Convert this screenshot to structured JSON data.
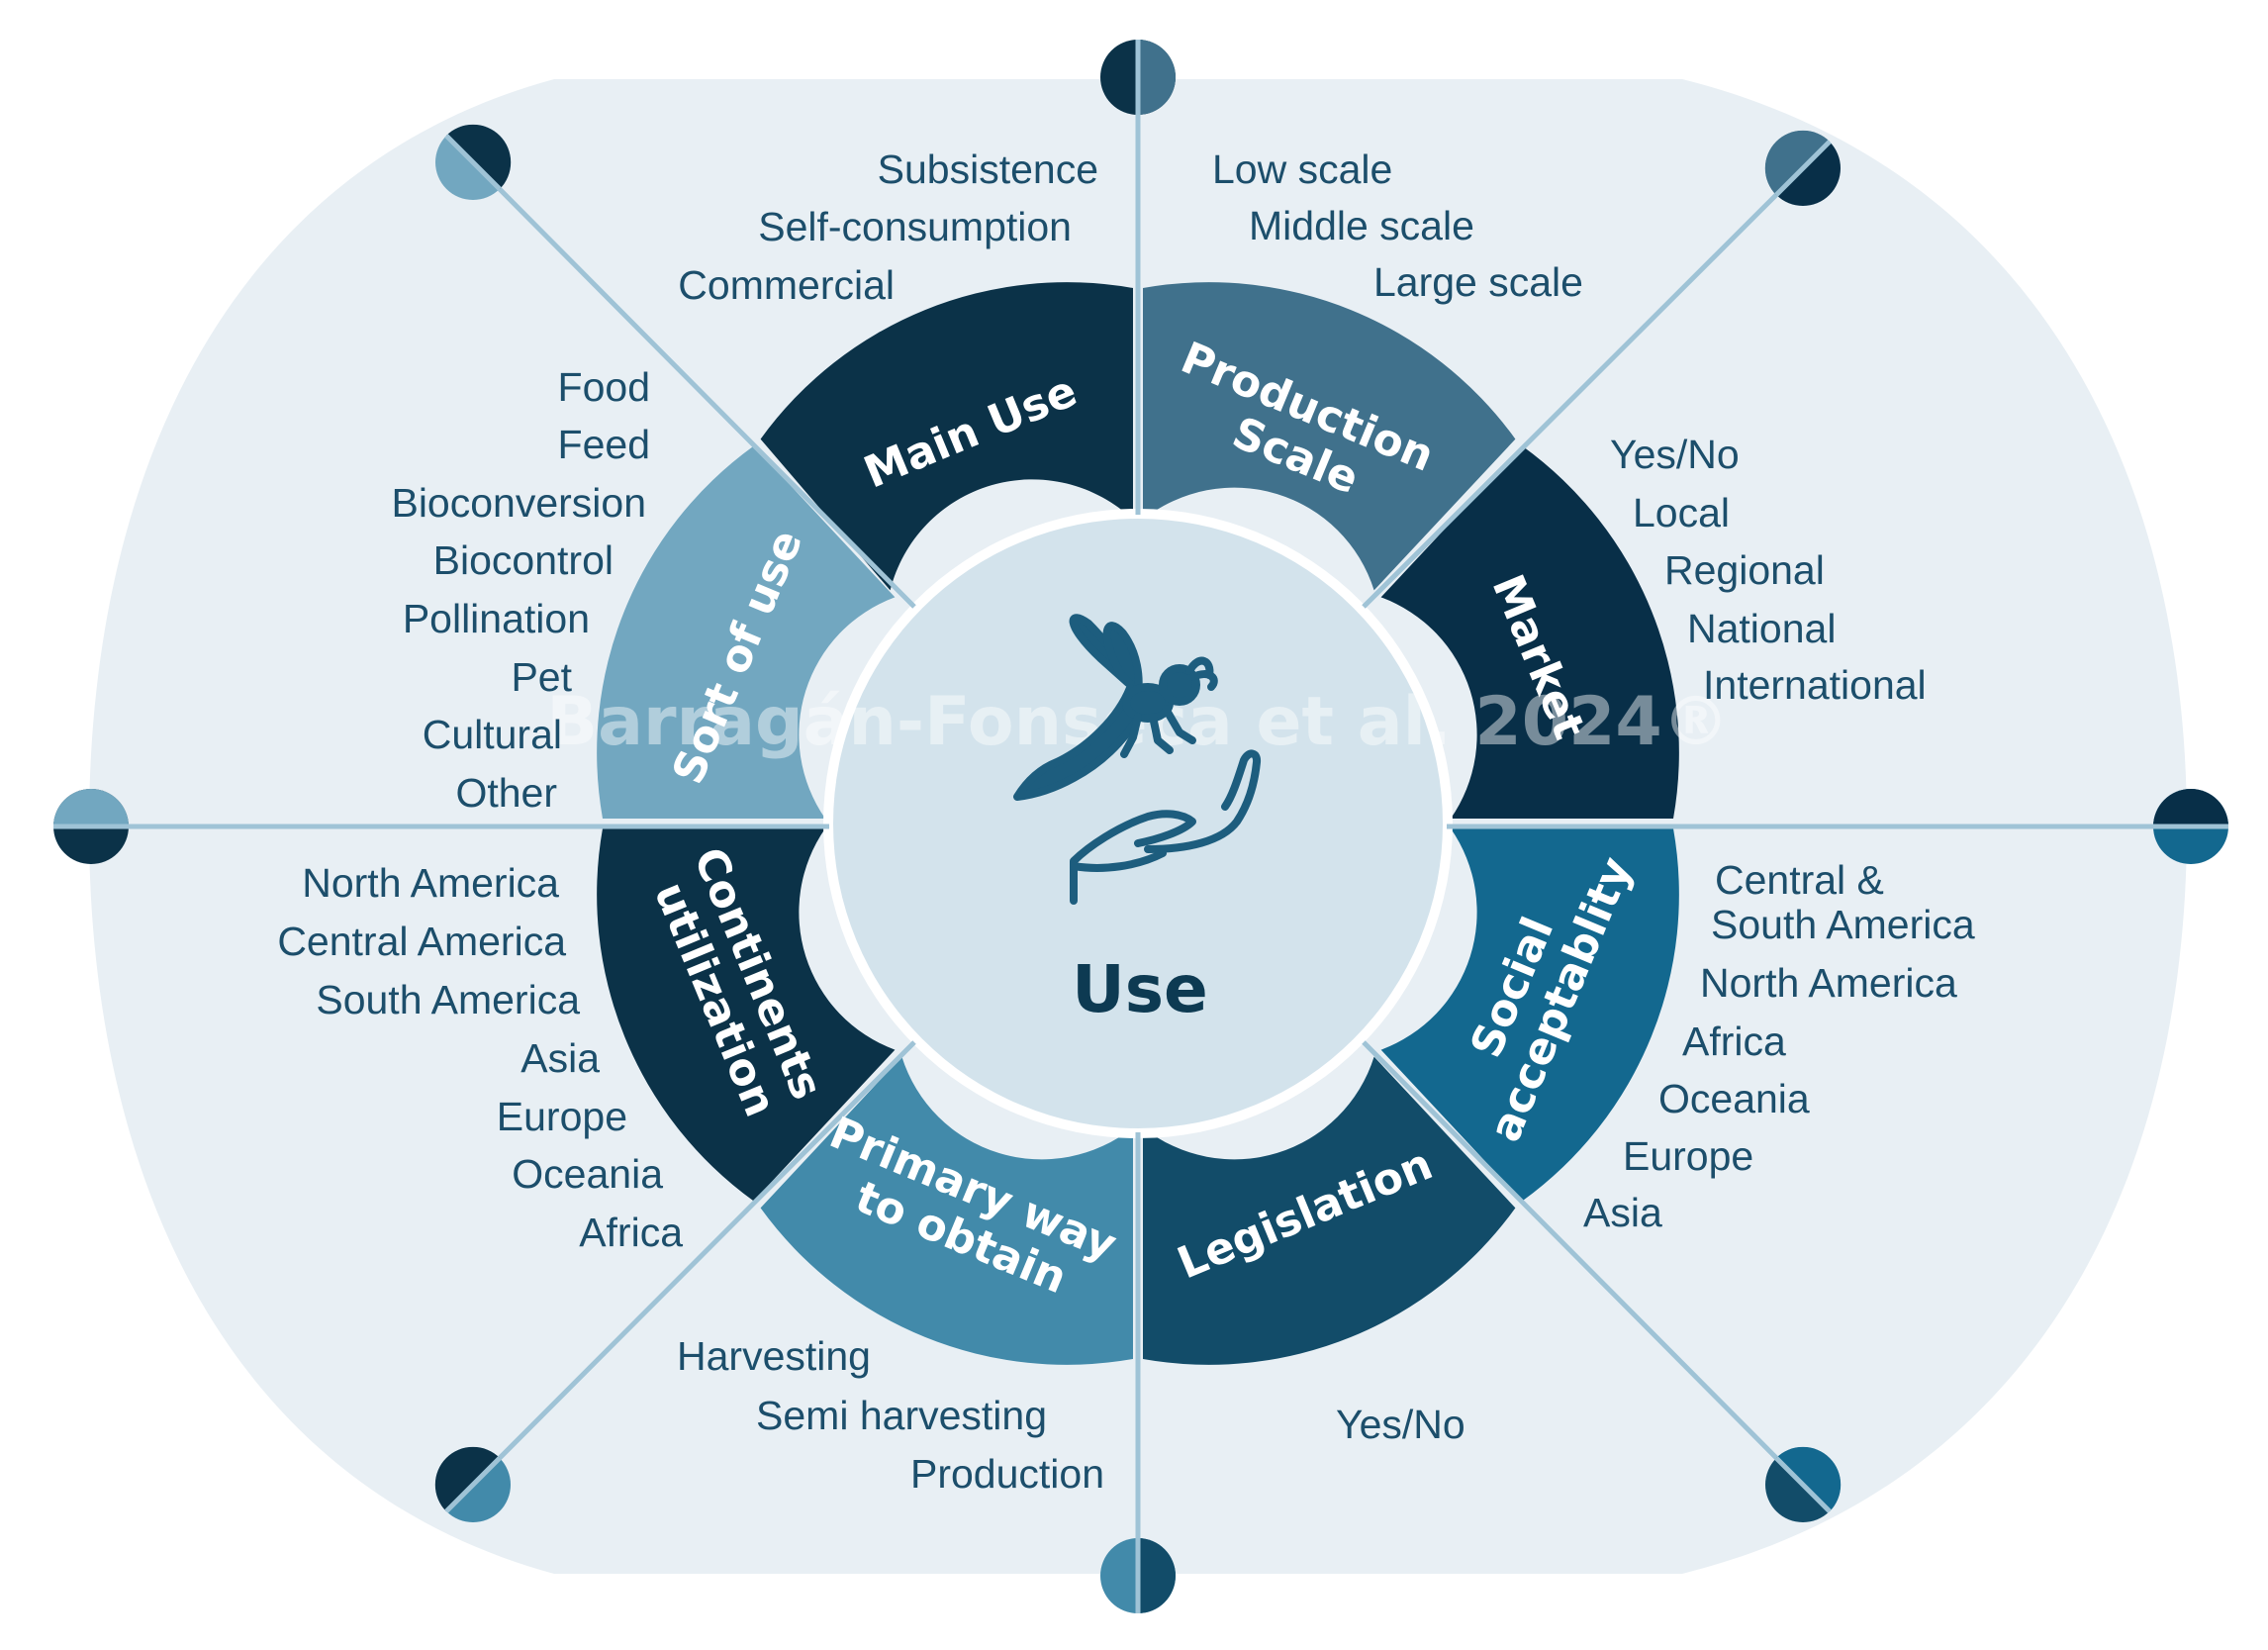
{
  "center": {
    "title": "Use",
    "icon": "bee-over-hand-icon"
  },
  "watermark": "Barragán-Fonseca et al. 2024®",
  "colors": {
    "background_shape": "#e8eff4",
    "center_disc": "#d3e3ec",
    "divider_lines": "#9fc3d6",
    "text": "#1c4e6b"
  },
  "segments": [
    {
      "key": "main_use",
      "label_lines": [
        "Main Use"
      ],
      "color": "#0b3248",
      "options": [
        "Subsistence",
        "Self-consumption",
        "Commercial"
      ]
    },
    {
      "key": "production_scale",
      "label_lines": [
        "Production",
        "Scale"
      ],
      "color": "#40718c",
      "options": [
        "Low scale",
        "Middle scale",
        "Large scale"
      ]
    },
    {
      "key": "market",
      "label_lines": [
        "Market"
      ],
      "color": "#082f48",
      "options": [
        "Yes/No",
        "Local",
        "Regional",
        "National",
        "International"
      ]
    },
    {
      "key": "social_acceptability",
      "label_lines": [
        "Social",
        "acceptablity"
      ],
      "color": "#13688f",
      "options": [
        "Central &",
        "South America",
        "North America",
        "Africa",
        "Oceania",
        "Europe",
        "Asia"
      ]
    },
    {
      "key": "legislation",
      "label_lines": [
        "Legislation"
      ],
      "color": "#124c69",
      "options": [
        "Yes/No"
      ]
    },
    {
      "key": "primary_way",
      "label_lines": [
        "Primary way",
        "to obtain"
      ],
      "color": "#428aaa",
      "options": [
        "Harvesting",
        "Semi harvesting",
        "Production"
      ]
    },
    {
      "key": "continents",
      "label_lines": [
        "Continents",
        "utilization"
      ],
      "color": "#0b3248",
      "options": [
        "North America",
        "Central America",
        "South America",
        "Asia",
        "Europe",
        "Oceania",
        "Africa"
      ]
    },
    {
      "key": "sort_of_use",
      "label_lines": [
        "Sort of use"
      ],
      "color": "#72a7c0",
      "options": [
        "Food",
        "Feed",
        "Bioconversion",
        "Biocontrol",
        "Pollination",
        "Pet",
        "Cultural",
        "Other"
      ]
    }
  ]
}
